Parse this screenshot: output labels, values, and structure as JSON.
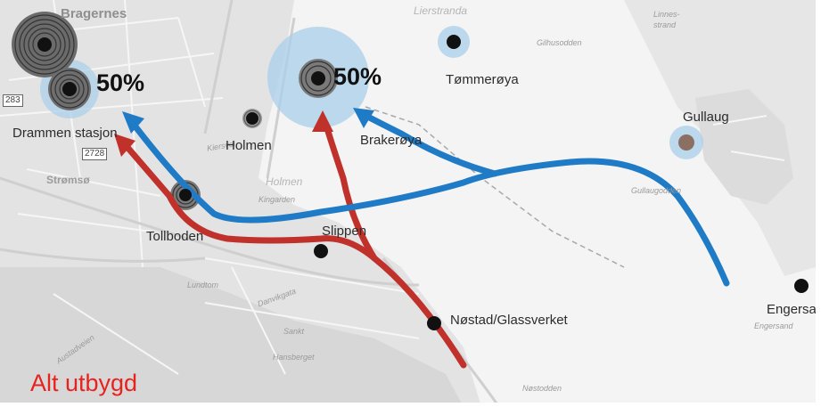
{
  "map": {
    "places": [
      {
        "id": "bragernes",
        "label": "Bragernes"
      },
      {
        "id": "drammen-stasjon",
        "label": "Drammen stasjon"
      },
      {
        "id": "holmen",
        "label": "Holmen"
      },
      {
        "id": "brakeroya",
        "label": "Brakerøya"
      },
      {
        "id": "tommeroya",
        "label": "Tømmerøya"
      },
      {
        "id": "gullaug",
        "label": "Gullaug"
      },
      {
        "id": "tollboden",
        "label": "Tollboden"
      },
      {
        "id": "slippen",
        "label": "Slippen"
      },
      {
        "id": "nostad",
        "label": "Nøstad/Glassverket"
      },
      {
        "id": "engersand",
        "label": "Engersand"
      }
    ],
    "faint_labels": {
      "lierstranda": "Lierstranda",
      "linnes": "Linnes-",
      "strand": "strand",
      "gilhusodden": "Gilhusodden",
      "strømsø": "Strømsø",
      "holmen_italic": "Holmen",
      "kingarden": "Kingarden",
      "gullaugodden": "Gullaugodden",
      "engersand_italic": "Engersand",
      "nøstodden": "Nøstodden",
      "sankt": "Sankt",
      "hansberget": "Hansberget",
      "lundtom": "Lundtom",
      "danvikgata": "Danvikgata",
      "austadveien": "Austadveien",
      "kiersvei": "Kiersvei"
    },
    "road_numbers": {
      "r2728": "2728",
      "r283": "283"
    },
    "percentages": {
      "drammen": "50%",
      "holmen_water": "50%"
    },
    "caption": "Alt utbygd",
    "colors": {
      "blue_route": "#1f7bc6",
      "red_route": "#c0312b",
      "halo": "#a9cfe9",
      "stop_dot": "#111111",
      "gullaug_dot": "#8b6f60",
      "caption": "#e8231f"
    }
  }
}
